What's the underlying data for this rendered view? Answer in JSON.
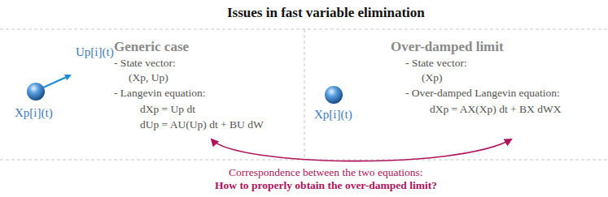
{
  "diagram": {
    "title": "Issues in fast variable elimination",
    "nodes": [
      {
        "text": [
          "Generic case",
          "- State vector:",
          "(Xp, Up)",
          "- Langevin equation:",
          "dXp = Up dt",
          "dUp = AU(Up) dt + BU dW"
        ]
      },
      {
        "text": [
          "Over-damped limit",
          "- State vector:",
          "(Xp)",
          "- Over-damped Langevin equation:",
          "dXp = AX(Xp) dt + BX dWX"
        ]
      }
    ],
    "edges": [
      {
        "from": 0,
        "to": 1,
        "arrow": "both"
      }
    ],
    "labels": [
      "Up[i](t)",
      "Xp[i](t)",
      "Xp[i](t)",
      "Correspondence between the two equations:",
      "How to properly obtain the over-damped limit?"
    ]
  }
}
